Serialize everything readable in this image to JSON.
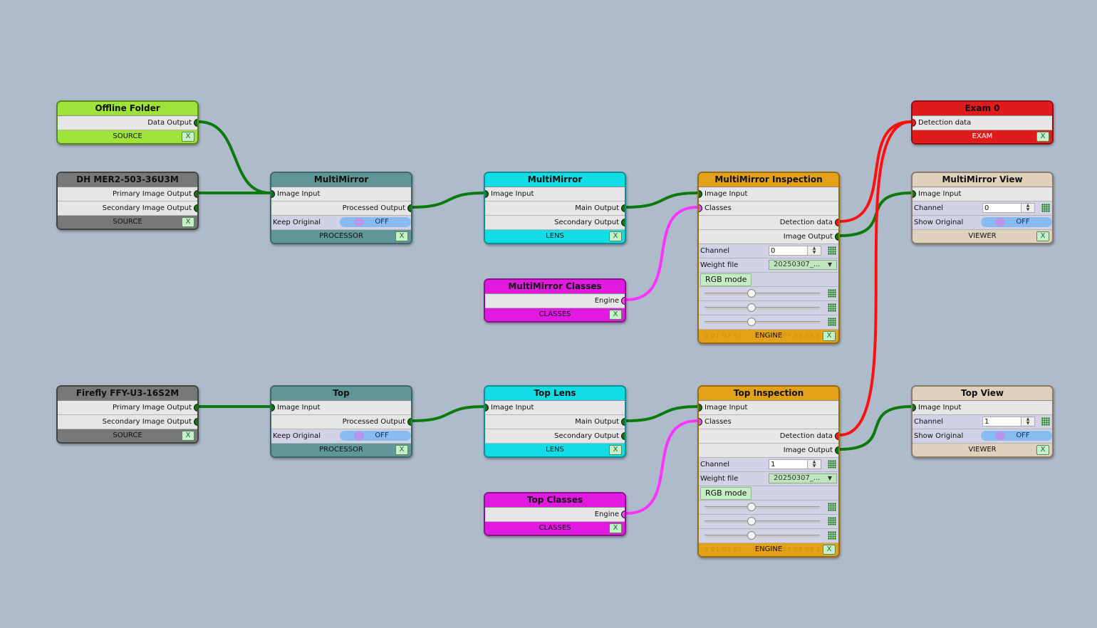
{
  "colors": {
    "source_green": "#9ee23a",
    "source_gray": "#787878",
    "processor": "#5f9697",
    "lens": "#12dde6",
    "engine": "#e3a11a",
    "classes": "#e119e1",
    "exam": "#e01b1b",
    "viewer": "#dfd1bc",
    "wire_green": "#0a7a0a",
    "wire_red": "#ff1010",
    "wire_magenta": "#ff33ff"
  },
  "nodes": {
    "offline_folder": {
      "title": "Offline Folder",
      "out1": "Data Output",
      "footer": "SOURCE",
      "close": "X"
    },
    "dh_mer2": {
      "title": "DH MER2-503-36U3M",
      "out1": "Primary Image Output",
      "out2": "Secondary Image Output",
      "footer": "SOURCE",
      "close": "X"
    },
    "multimirror_proc": {
      "title": "MultiMirror",
      "in1": "Image Input",
      "out1": "Processed Output",
      "toggle_label": "Keep Original",
      "toggle_value": "OFF",
      "footer": "PROCESSOR",
      "close": "X"
    },
    "multimirror_lens": {
      "title": "MultiMirror",
      "in1": "Image Input",
      "out1": "Main Output",
      "out2": "Secondary Output",
      "footer": "LENS",
      "close": "X"
    },
    "multimirror_classes": {
      "title": "MultiMirror Classes",
      "out1": "Engine",
      "footer": "CLASSES",
      "close": "X"
    },
    "multimirror_insp": {
      "title": "MultiMirror Inspection",
      "in1": "Image Input",
      "in2": "Classes",
      "out1": "Detection data",
      "out2": "Image Output",
      "channel_label": "Channel",
      "channel_value": "0",
      "weight_label": "Weight file",
      "weight_value": "20250307_...",
      "rgb_label": "RGB mode",
      "footer": "ENGINE",
      "ticks_left": "0 01 02 03",
      "ticks_right": "07 08 09 1",
      "close": "X"
    },
    "exam0": {
      "title": "Exam 0",
      "in1": "Detection data",
      "footer": "EXAM",
      "close": "X"
    },
    "multimirror_view": {
      "title": "MultiMirror View",
      "in1": "Image Input",
      "channel_label": "Channel",
      "channel_value": "0",
      "toggle_label": "Show Original",
      "toggle_value": "OFF",
      "footer": "VIEWER",
      "close": "X"
    },
    "firefly": {
      "title": "Firefly FFY-U3-16S2M",
      "out1": "Primary Image Output",
      "out2": "Secondary Image Output",
      "footer": "SOURCE",
      "close": "X"
    },
    "top_proc": {
      "title": "Top",
      "in1": "Image Input",
      "out1": "Processed Output",
      "toggle_label": "Keep Original",
      "toggle_value": "OFF",
      "footer": "PROCESSOR",
      "close": "X"
    },
    "top_lens": {
      "title": "Top Lens",
      "in1": "Image Input",
      "out1": "Main Output",
      "out2": "Secondary Output",
      "footer": "LENS",
      "close": "X"
    },
    "top_classes": {
      "title": "Top Classes",
      "out1": "Engine",
      "footer": "CLASSES",
      "close": "X"
    },
    "top_insp": {
      "title": "Top Inspection",
      "in1": "Image Input",
      "in2": "Classes",
      "out1": "Detection data",
      "out2": "Image Output",
      "channel_label": "Channel",
      "channel_value": "1",
      "weight_label": "Weight file",
      "weight_value": "20250307_...",
      "rgb_label": "RGB mode",
      "footer": "ENGINE",
      "ticks_left": "0 01 02 03",
      "ticks_right": "07 08 09 1",
      "close": "X"
    },
    "top_view": {
      "title": "Top View",
      "in1": "Image Input",
      "channel_label": "Channel",
      "channel_value": "1",
      "toggle_label": "Show Original",
      "toggle_value": "OFF",
      "footer": "VIEWER",
      "close": "X"
    }
  }
}
